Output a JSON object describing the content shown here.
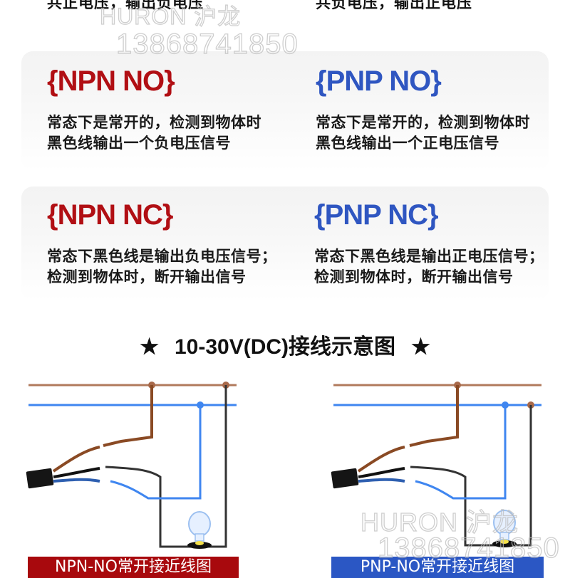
{
  "top_row": {
    "left": "共正电压，输出负电压",
    "right": "共负电压，输出正电压"
  },
  "watermark": {
    "brand": "HURON 沪龙",
    "phone": "13868741850"
  },
  "cards": [
    {
      "left": {
        "title": "{NPN NO}",
        "color": "#b10f14",
        "line1": "常态下是常开的，检测到物体时",
        "line2": "黑色线输出一个负电压信号"
      },
      "right": {
        "title": "{PNP NO}",
        "color": "#2f56c1",
        "line1": "常态下是常开的，检测到物体时",
        "line2": "黑色线输出一个正电压信号"
      }
    },
    {
      "left": {
        "title": "{NPN NC}",
        "color": "#b10f14",
        "line1": "常态下黑色线是输出负电压信号；",
        "line2": "检测到物体时，断开输出信号"
      },
      "right": {
        "title": "{PNP NC}",
        "color": "#2f56c1",
        "line1": "常态下黑色线是输出正电压信号；",
        "line2": "检测到物体时，断开输出信号"
      }
    }
  ],
  "section": {
    "star_left": "★",
    "title": "10-30V(DC)接线示意图",
    "star_right": "★"
  },
  "diagrams": [
    {
      "caption": "NPN-NO常开接近线图",
      "caption_color": "#a8090d"
    },
    {
      "caption": "PNP-NO常开接近线图",
      "caption_color": "#2b57c4"
    }
  ],
  "colors": {
    "brown_wire": "#b07a5c",
    "blue_wire": "#3f86f0",
    "black_wire": "#333333"
  }
}
